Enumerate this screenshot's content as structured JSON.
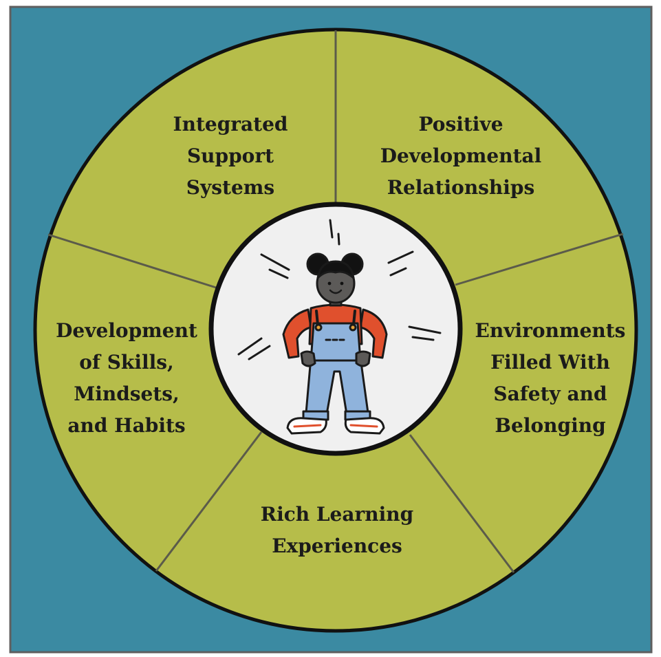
{
  "colors": {
    "background": "#3b8aa2",
    "border": "#5f5f5f",
    "wheel_fill": "#b6bd4a",
    "wheel_outline": "#111111",
    "divider": "#5b5b4a",
    "center_fill": "#f0f0f0",
    "shirt": "#e0502d",
    "overalls": "#8fb3dc",
    "skin": "#5c5a58",
    "hair": "#121212"
  },
  "segments": [
    {
      "id": "integrated",
      "lines": [
        "Integrated",
        "Support",
        "Systems"
      ]
    },
    {
      "id": "positive",
      "lines": [
        "Positive",
        "Developmental",
        "Relationships"
      ]
    },
    {
      "id": "environments",
      "lines": [
        "Environments",
        "Filled With",
        "Safety and",
        "Belonging"
      ]
    },
    {
      "id": "rich",
      "lines": [
        "Rich Learning",
        "Experiences"
      ]
    },
    {
      "id": "development",
      "lines": [
        "Development",
        "of Skills,",
        "Mindsets,",
        "and Habits"
      ]
    }
  ],
  "center": {
    "figure_icon": "child-standing-confident-icon"
  }
}
